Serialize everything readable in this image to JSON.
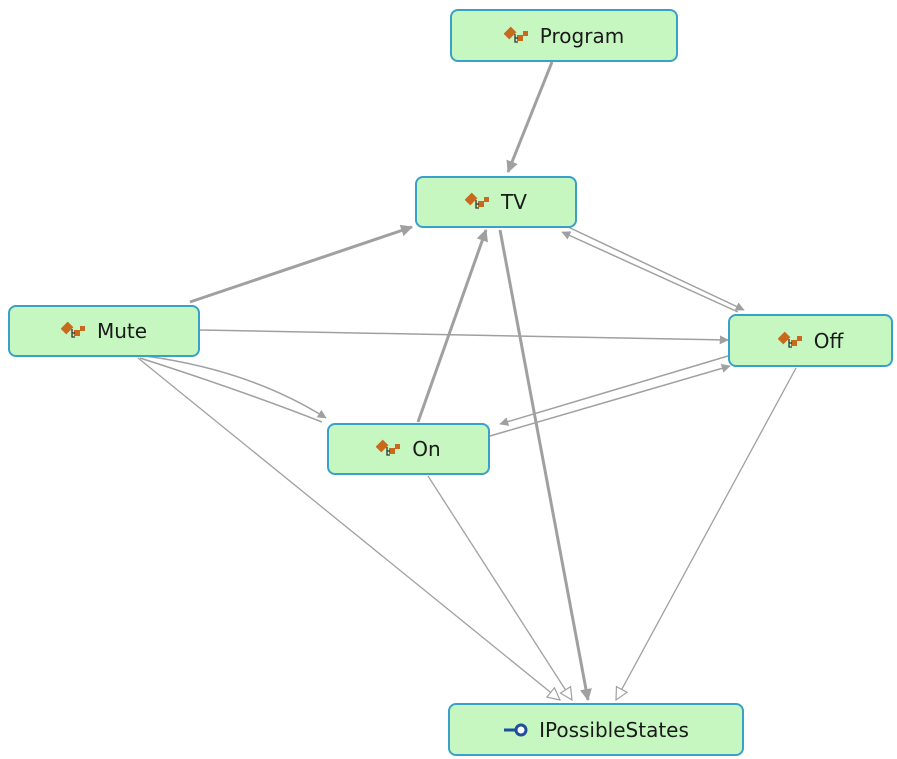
{
  "nodes": {
    "program": {
      "label": "Program",
      "icon": "class-icon"
    },
    "tv": {
      "label": "TV",
      "icon": "class-icon"
    },
    "mute": {
      "label": "Mute",
      "icon": "class-icon"
    },
    "off": {
      "label": "Off",
      "icon": "class-icon"
    },
    "on": {
      "label": "On",
      "icon": "class-icon"
    },
    "ipossiblestates": {
      "label": "IPossibleStates",
      "icon": "interface-icon"
    }
  },
  "colors": {
    "node_fill": "#c6f7c0",
    "node_border": "#3aa0c8",
    "edge": "#a0a0a0",
    "class_icon": "#c8691e",
    "interface_icon": "#1f4f9a"
  },
  "edges": [
    {
      "from": "Program",
      "to": "TV",
      "kind": "association"
    },
    {
      "from": "Mute",
      "to": "TV",
      "kind": "association"
    },
    {
      "from": "On",
      "to": "TV",
      "kind": "association"
    },
    {
      "from": "Off",
      "to": "TV",
      "kind": "association"
    },
    {
      "from": "TV",
      "to": "Off",
      "kind": "association"
    },
    {
      "from": "Mute",
      "to": "Off",
      "kind": "association"
    },
    {
      "from": "Mute",
      "to": "On",
      "kind": "association"
    },
    {
      "from": "On",
      "to": "Off",
      "kind": "association"
    },
    {
      "from": "Off",
      "to": "On",
      "kind": "association"
    },
    {
      "from": "TV",
      "to": "IPossibleStates",
      "kind": "association"
    },
    {
      "from": "Mute",
      "to": "IPossibleStates",
      "kind": "realization"
    },
    {
      "from": "On",
      "to": "IPossibleStates",
      "kind": "realization"
    },
    {
      "from": "Off",
      "to": "IPossibleStates",
      "kind": "realization"
    }
  ]
}
